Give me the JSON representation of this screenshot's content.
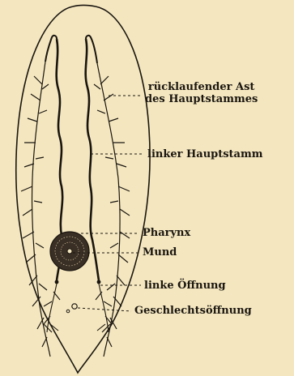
{
  "labels": {
    "ruecklaufender_ast_line1": "rücklaufender Ast",
    "ruecklaufender_ast_line2": "des Hauptstammes",
    "linker_hauptstamm": "linker Hauptstamm",
    "pharynx": "Pharynx",
    "mund": "Mund",
    "linke_oeffnung": "linke Öffnung",
    "geschlechtsoeffnung": "Geschlechtsöffnung"
  },
  "colors": {
    "background": "#f4e7bf",
    "ink": "#1a1510"
  }
}
